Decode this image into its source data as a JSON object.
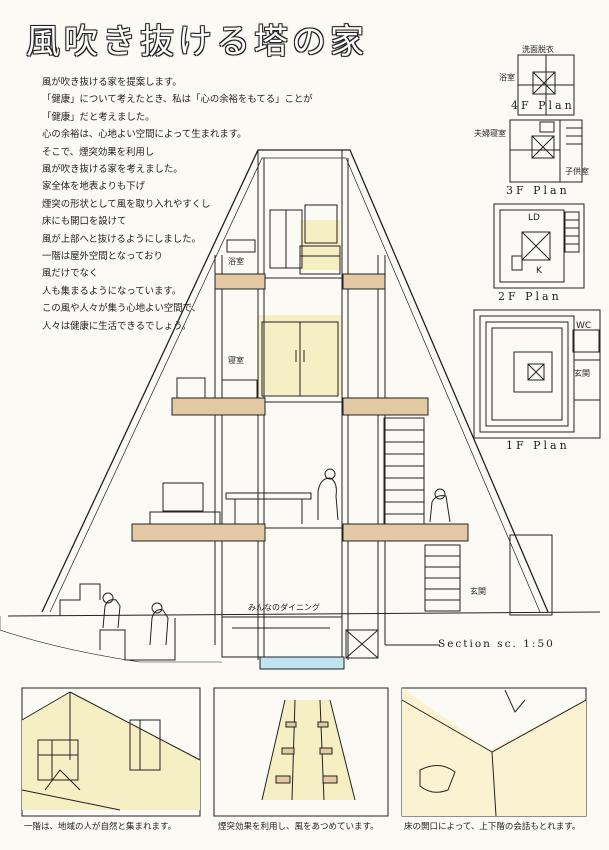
{
  "title": "風吹き抜ける塔の家",
  "intro_lines": [
    "風が吹き抜ける家を提案します。",
    "「健康」について考えたとき、私は「心の余裕をもてる」ことが",
    "「健康」だと考えました。",
    "心の余裕は、心地よい空間によって生まれます。",
    "そこで、煙突効果を利用し",
    "風が吹き抜ける家を考えました。",
    "家全体を地表よりも下げ",
    "煙突の形状として風を取り入れやすくし",
    "床にも開口を設けて",
    "風が上部へと抜けるようにしました。",
    "一階は屋外空間となっており",
    "風だけでなく",
    "人も集まるようになっています。",
    "この風や人々が集う心地よい空間で、",
    "人々は健康に生活できるでしょう。"
  ],
  "section": {
    "rooms": {
      "bath": "浴室",
      "bedroom": "寝室",
      "dining": "みんなのダイニング",
      "entrance": "玄関"
    },
    "caption": "Section sc. 1:50"
  },
  "plans": {
    "f4": {
      "caption": "4F Plan",
      "labels": [
        "洗面脱衣",
        "浴室"
      ]
    },
    "f3": {
      "caption": "3F Plan",
      "labels": [
        "夫婦寝室",
        "子供室"
      ]
    },
    "f2": {
      "caption": "2F Plan",
      "labels": [
        "LD",
        "K"
      ]
    },
    "f1": {
      "caption": "1F Plan",
      "labels": [
        "WC",
        "玄関"
      ]
    }
  },
  "sketches": [
    {
      "caption": "一階は、地域の人が自然と集まれます。"
    },
    {
      "caption": "煙突効果を利用し、風をあつめています。"
    },
    {
      "caption": "床の開口によって、上下階の会話もとれます。"
    }
  ],
  "colors": {
    "ink": "#222222",
    "floor_slab": "#e3c9a3",
    "warm_glow": "#f7efc4",
    "water": "#bfe3f0"
  }
}
